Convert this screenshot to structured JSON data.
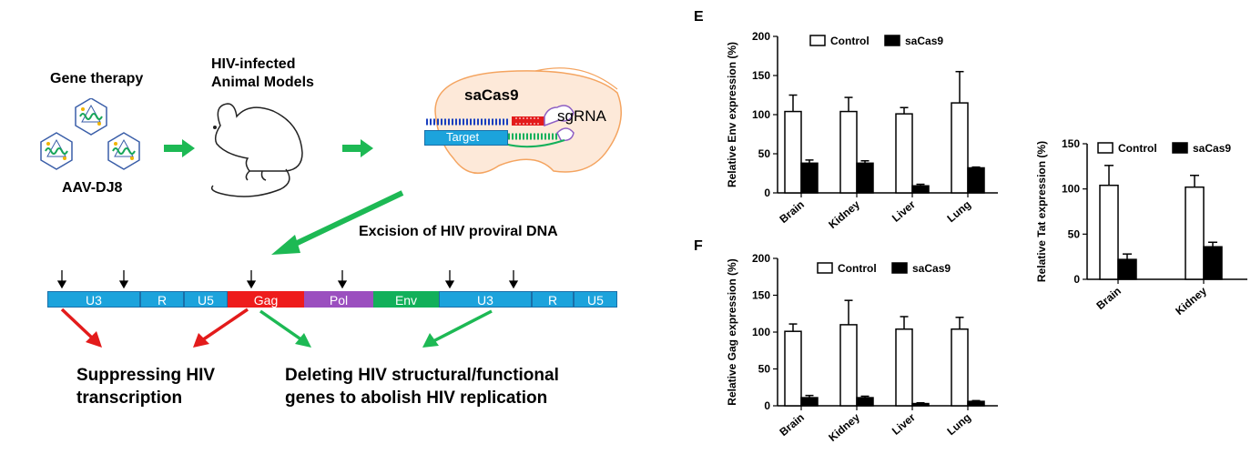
{
  "diagram": {
    "gene_therapy_label": "Gene therapy",
    "aav_label": "AAV-DJ8",
    "animal_models_line1": "HIV-infected",
    "animal_models_line2": "Animal Models",
    "sacas9_label": "saCas9",
    "sgrna_label": "sgRNA",
    "target_label": "Target",
    "excision_label": "Excision of HIV proviral DNA",
    "genome_segments": [
      {
        "label": "U3",
        "color": "#1ca3dc"
      },
      {
        "label": "R",
        "color": "#1ca3dc"
      },
      {
        "label": "U5",
        "color": "#1ca3dc"
      },
      {
        "label": "Gag",
        "color": "#ee1c1c"
      },
      {
        "label": "Pol",
        "color": "#9b4fbf"
      },
      {
        "label": "Env",
        "color": "#12b05a"
      },
      {
        "label": "U3",
        "color": "#1ca3dc"
      },
      {
        "label": "R",
        "color": "#1ca3dc"
      },
      {
        "label": "U5",
        "color": "#1ca3dc"
      }
    ],
    "outcome_left_line1": "Suppressing HIV",
    "outcome_left_line2": "transcription",
    "outcome_right_line1": "Deleting HIV structural/functional",
    "outcome_right_line2": "genes to abolish HIV replication"
  },
  "colors": {
    "green_arrow": "#1db954",
    "red_arrow": "#e31b1b",
    "genome_blue": "#1ca3dc",
    "cas9_body": "#fde9d9",
    "cas9_outline": "#f4a460"
  },
  "chart_data": [
    {
      "panel": "E",
      "type": "bar",
      "categories": [
        "Brain",
        "Kidney",
        "Liver",
        "Lung"
      ],
      "series": [
        {
          "name": "Control",
          "values": [
            104,
            104,
            101,
            115
          ],
          "errors": [
            21,
            18,
            8,
            40
          ]
        },
        {
          "name": "saCas9",
          "values": [
            38,
            38,
            9,
            32
          ],
          "errors": [
            4,
            3,
            2,
            1
          ]
        }
      ],
      "ylabel": "Relative Env expression (%)",
      "ylim": [
        0,
        200
      ],
      "yticks": [
        "0",
        "50",
        "100",
        "150",
        "200"
      ],
      "legend": "top"
    },
    {
      "panel": "",
      "type": "bar",
      "categories": [
        "Brain",
        "Kidney"
      ],
      "series": [
        {
          "name": "Control",
          "values": [
            104,
            102
          ],
          "errors": [
            22,
            13
          ]
        },
        {
          "name": "saCas9",
          "values": [
            22,
            36
          ],
          "errors": [
            6,
            5
          ]
        }
      ],
      "ylabel": "Relative Tat expression (%)",
      "ylim": [
        0,
        150
      ],
      "yticks": [
        "0",
        "50",
        "100",
        "150"
      ],
      "legend": "top"
    },
    {
      "panel": "F",
      "type": "bar",
      "categories": [
        "Brain",
        "Kidney",
        "Liver",
        "Lung"
      ],
      "series": [
        {
          "name": "Control",
          "values": [
            101,
            110,
            104,
            104
          ],
          "errors": [
            10,
            33,
            17,
            16
          ]
        },
        {
          "name": "saCas9",
          "values": [
            11,
            11,
            3,
            6
          ],
          "errors": [
            3,
            2,
            1,
            1
          ]
        }
      ],
      "ylabel": "Relative Gag expression (%)",
      "ylim": [
        0,
        200
      ],
      "yticks": [
        "0",
        "50",
        "100",
        "150",
        "200"
      ],
      "legend": "top"
    }
  ]
}
